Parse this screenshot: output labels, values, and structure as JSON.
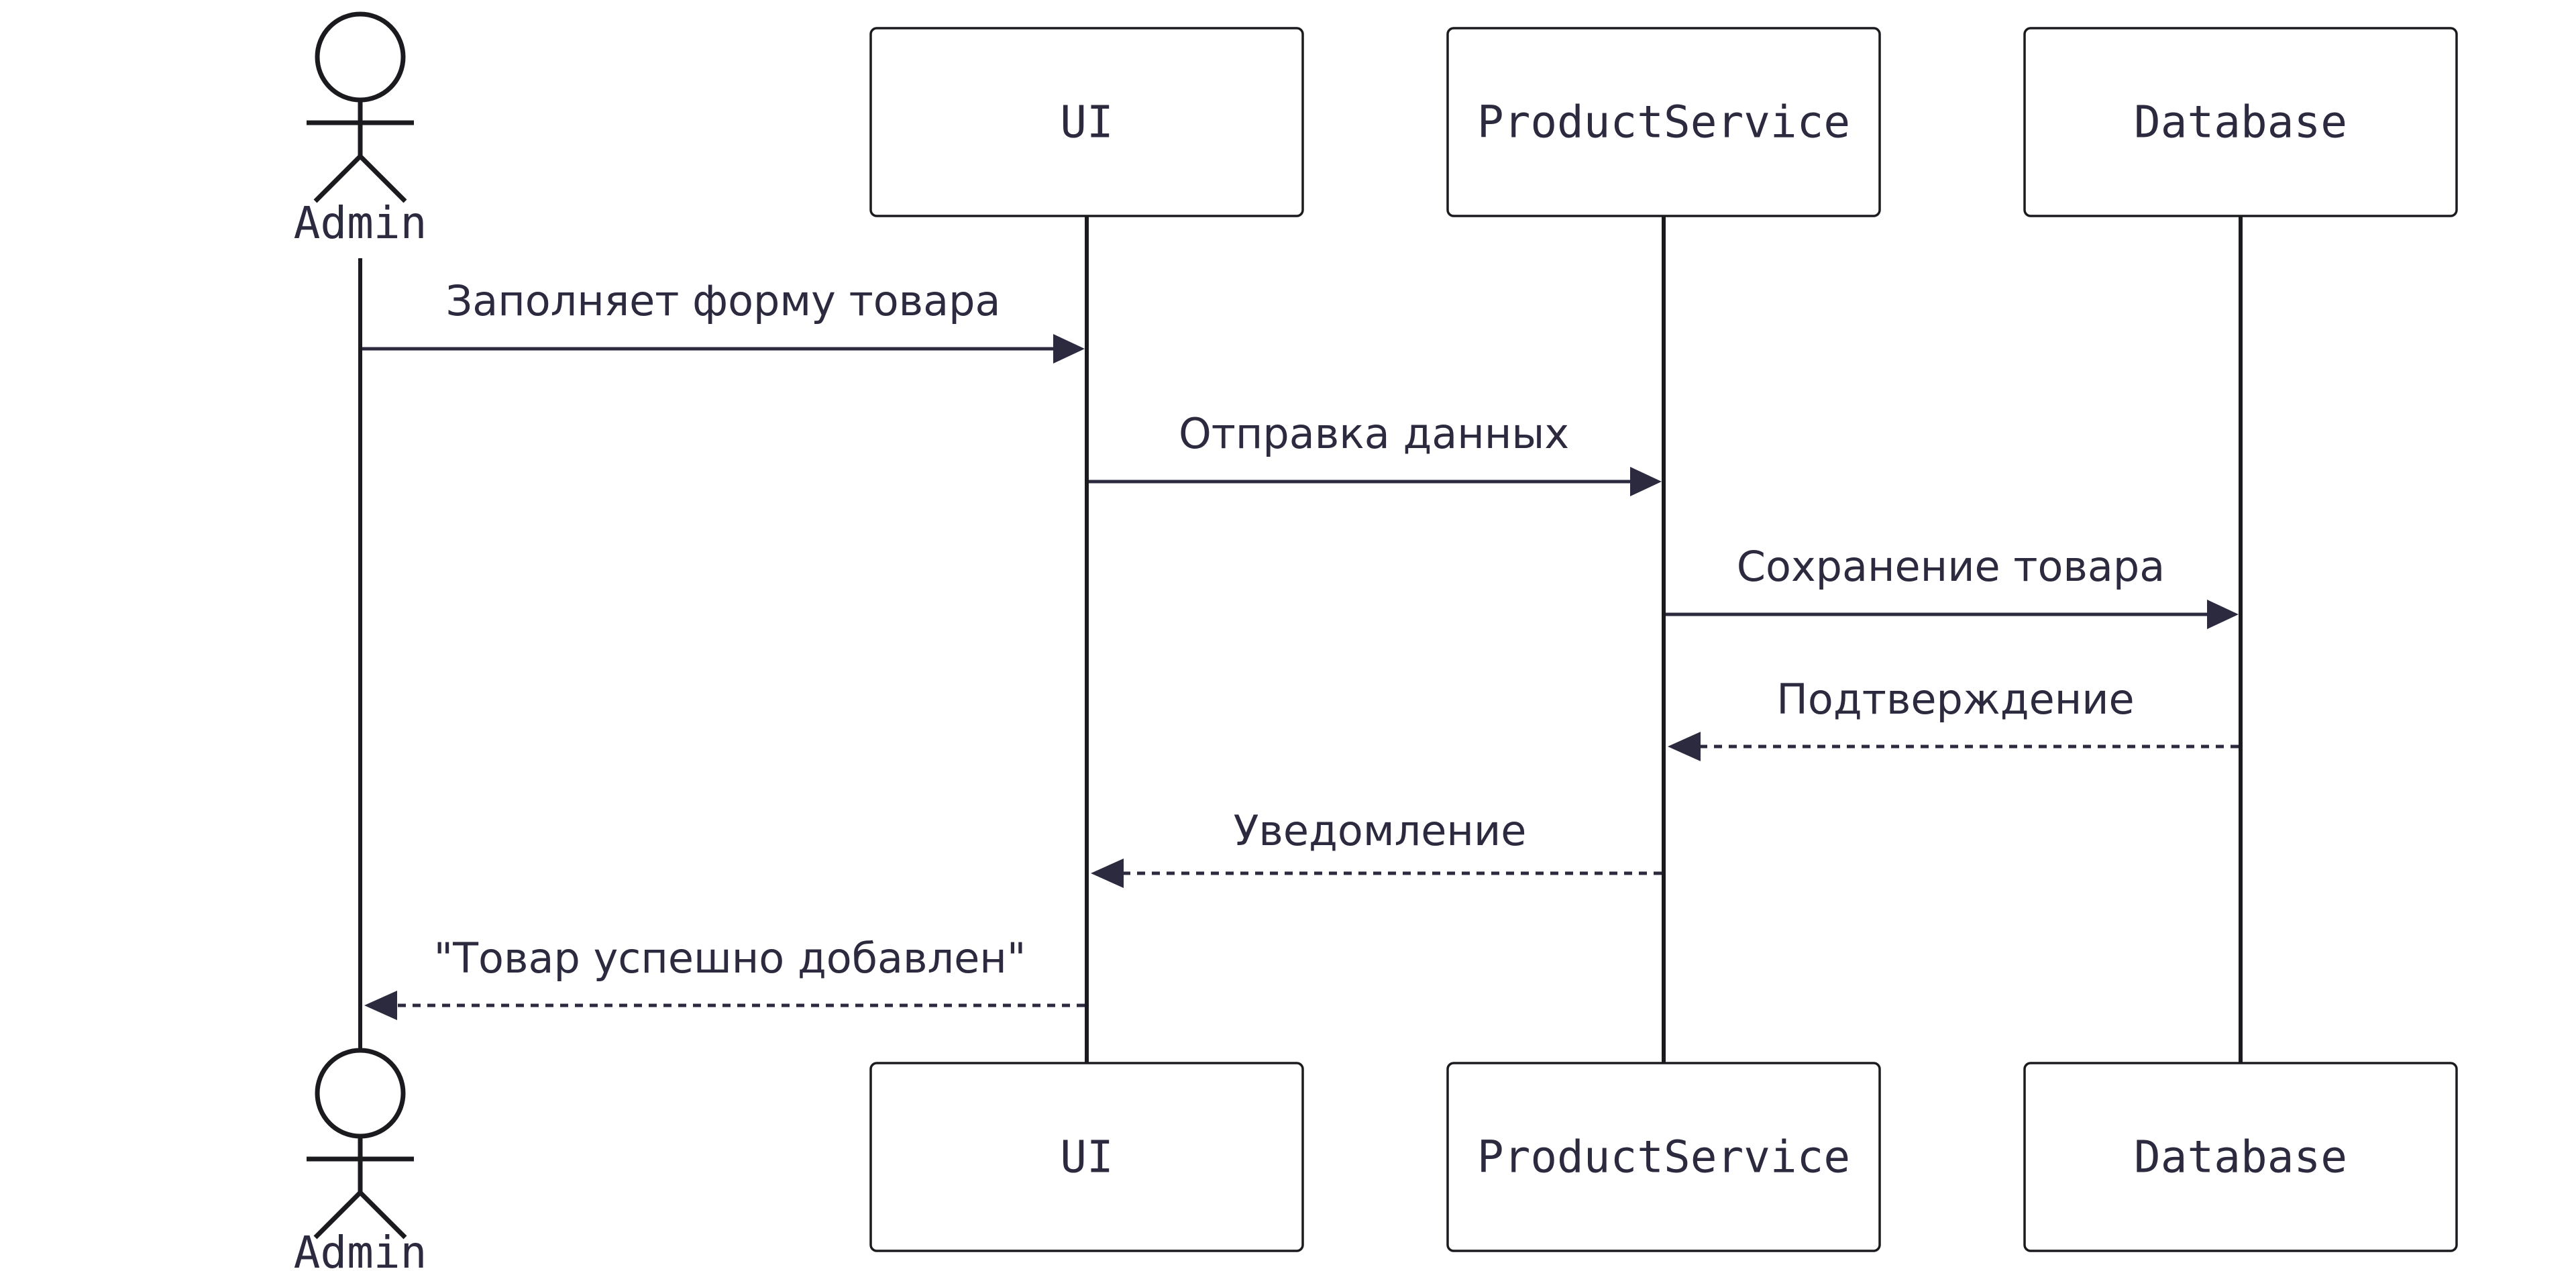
{
  "participants": [
    {
      "id": "admin",
      "type": "actor",
      "label": "Admin"
    },
    {
      "id": "ui",
      "type": "participant",
      "label": "UI"
    },
    {
      "id": "product_service",
      "type": "participant",
      "label": "ProductService"
    },
    {
      "id": "database",
      "type": "participant",
      "label": "Database"
    }
  ],
  "messages": [
    {
      "from": "admin",
      "to": "ui",
      "label": "Заполняет форму товара",
      "style": "solid"
    },
    {
      "from": "ui",
      "to": "product_service",
      "label": "Отправка данных",
      "style": "solid"
    },
    {
      "from": "product_service",
      "to": "database",
      "label": "Сохранение товара",
      "style": "solid"
    },
    {
      "from": "database",
      "to": "product_service",
      "label": "Подтверждение",
      "style": "dashed"
    },
    {
      "from": "product_service",
      "to": "ui",
      "label": "Уведомление",
      "style": "dashed"
    },
    {
      "from": "ui",
      "to": "admin",
      "label": "\"Товар успешно добавлен\"",
      "style": "dashed"
    }
  ],
  "colors": {
    "stroke": "#1b1b1f",
    "text": "#2b2a3f",
    "background": "#ffffff"
  }
}
